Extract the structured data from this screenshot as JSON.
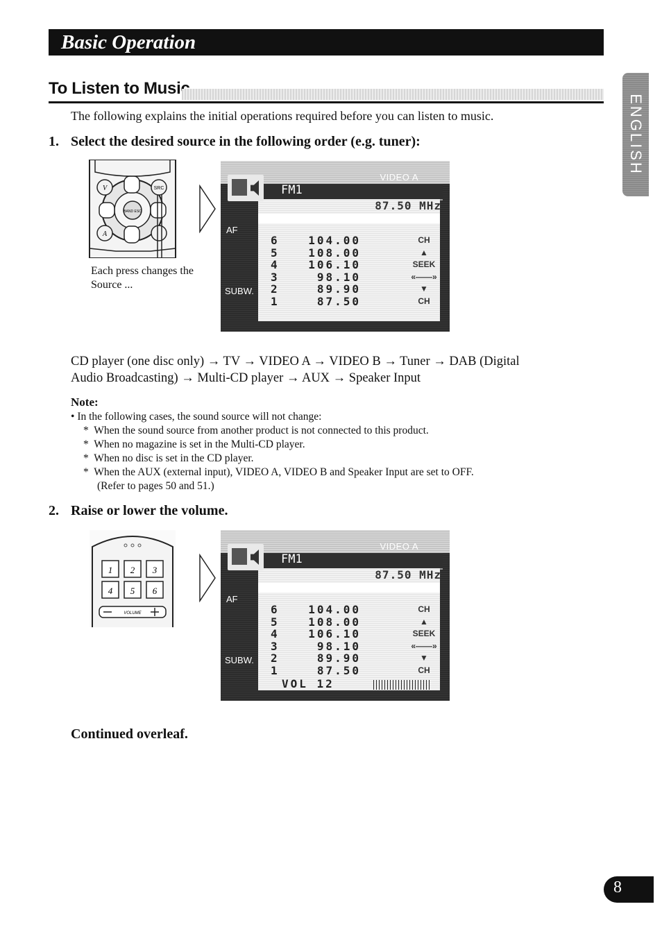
{
  "header": {
    "title": "Basic Operation"
  },
  "section": {
    "title": "To Listen to Music"
  },
  "side_tab": {
    "label": "ENGLISH"
  },
  "intro": "The following explains the initial operations required before you can listen to music.",
  "step1": {
    "number": "1.",
    "text": "Select the desired source in the following order (e.g. tuner):"
  },
  "remote1": {
    "caption": "Each press changes the Source ...",
    "src_label": "SRC",
    "band_label": "BAND ESC",
    "v_label": "V",
    "a_label": "A"
  },
  "source_order": {
    "line1": "CD player (one disc only) → TV → VIDEO A → VIDEO B → Tuner → DAB (Digital",
    "line2": "Audio Broadcasting) → Multi-CD player → AUX → Speaker Input"
  },
  "note": {
    "title": "Note:",
    "bullet": "In the following cases, the sound source will not change:",
    "items": [
      "When the sound source from another product is not connected to this product.",
      "When no magazine is set in the Multi-CD player.",
      "When no disc is set in the CD player.",
      "When the AUX (external input), VIDEO A, VIDEO B and Speaker Input are set to OFF."
    ],
    "ref": "(Refer to pages 50 and 51.)"
  },
  "step2": {
    "number": "2.",
    "text": "Raise or lower the volume."
  },
  "remote2": {
    "keys": [
      "1",
      "2",
      "3",
      "4",
      "5",
      "6"
    ],
    "volume_label": "VOLUME"
  },
  "screen": {
    "video": "VIDEO A",
    "band": "FM1",
    "freq": "87.50 MHz",
    "af": "AF",
    "subw": "SUBW.",
    "presets": [
      {
        "n": "6",
        "f": "104.00"
      },
      {
        "n": "5",
        "f": "108.00"
      },
      {
        "n": "4",
        "f": "106.10"
      },
      {
        "n": "3",
        "f": "98.10"
      },
      {
        "n": "2",
        "f": "89.90"
      },
      {
        "n": "1",
        "f": "87.50"
      }
    ],
    "side": [
      "CH",
      "▲",
      "SEEK",
      "«——»",
      "▼",
      "CH"
    ],
    "vol_text": "VOL 12"
  },
  "continued": "Continued overleaf.",
  "page_number": "8"
}
